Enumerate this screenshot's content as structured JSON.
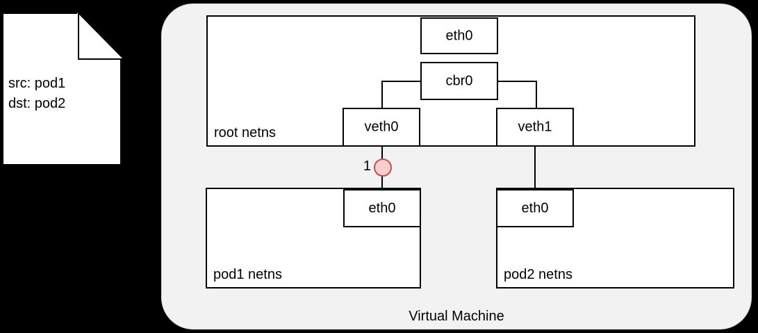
{
  "diagram": {
    "title": "Virtual Machine",
    "packet_note": {
      "line1": "src: pod1",
      "line2": "dst: pod2"
    },
    "namespaces": [
      {
        "id": "root",
        "label": "root netns"
      },
      {
        "id": "pod1",
        "label": "pod1 netns"
      },
      {
        "id": "pod2",
        "label": "pod2 netns"
      }
    ],
    "interfaces": {
      "root_eth0": "eth0",
      "bridge": "cbr0",
      "veth0": "veth0",
      "veth1": "veth1",
      "pod1_eth0": "eth0",
      "pod2_eth0": "eth0"
    },
    "markers": [
      {
        "id": "step-1",
        "label": "1",
        "fill": "#f8cecc",
        "stroke": "#b85450"
      }
    ],
    "colors": {
      "background": "#000000",
      "container_fill": "#f2f2f2",
      "box_fill": "#ffffff",
      "stroke": "#000000",
      "marker_fill": "#f8cecc",
      "marker_stroke": "#b85450"
    }
  }
}
